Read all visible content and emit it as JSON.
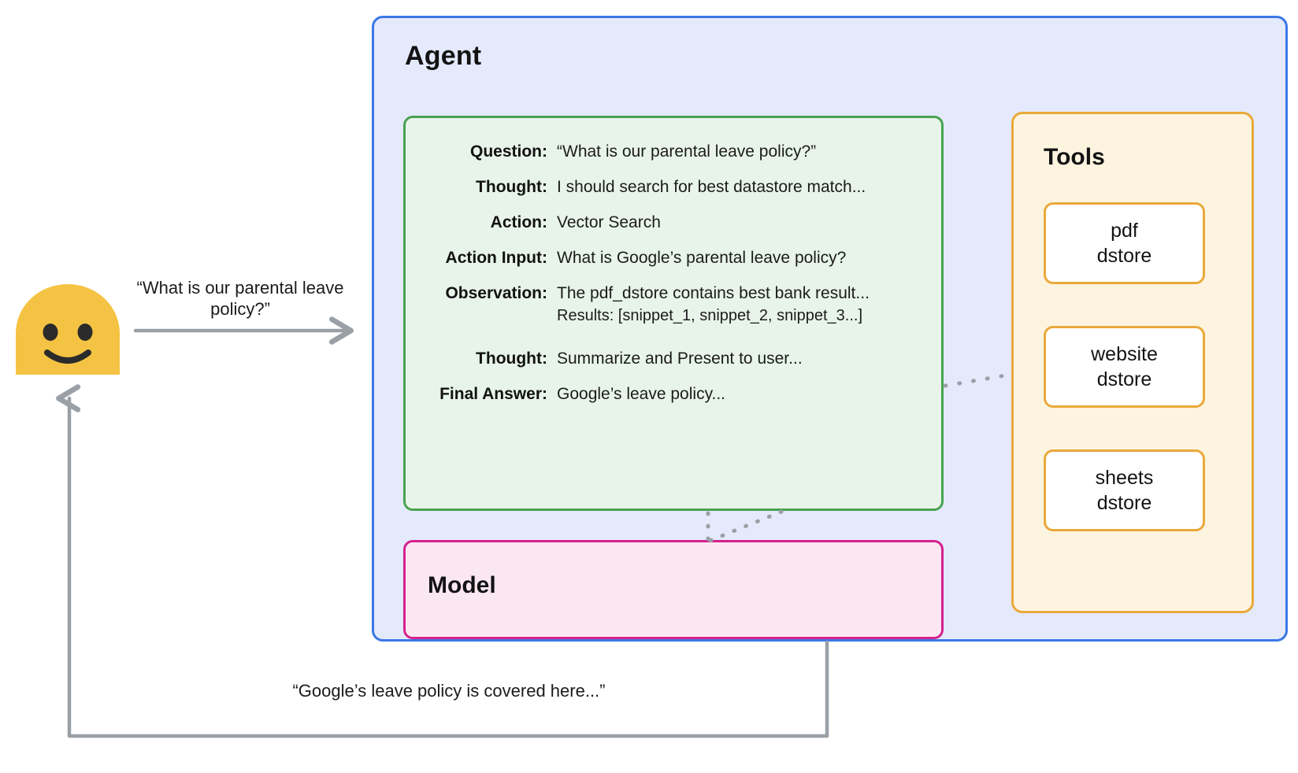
{
  "user": {
    "avatar_icon": "user-face-icon",
    "question_label": "“What is our parental leave policy?”",
    "answer_label": "“Google’s leave policy is covered here...”"
  },
  "agent": {
    "title": "Agent",
    "trace": {
      "rows": [
        {
          "label": "Question:",
          "value": "“What is our parental leave policy?”"
        },
        {
          "label": "Thought:",
          "value": "I should search for best datastore match..."
        },
        {
          "label": "Action:",
          "value": "Vector Search"
        },
        {
          "label": "Action Input:",
          "value": "What is Google’s parental leave policy?"
        },
        {
          "label": "Observation:",
          "value": "The pdf_dstore contains best bank result...",
          "value2": "Results: [snippet_1, snippet_2, snippet_3...]"
        },
        {
          "label": "Thought:",
          "value": "Summarize and Present to user..."
        },
        {
          "label": "Final Answer:",
          "value": "Google’s leave policy..."
        }
      ]
    },
    "model": {
      "title": "Model"
    },
    "tools": {
      "title": "Tools",
      "items": [
        {
          "line1": "pdf",
          "line2": "dstore"
        },
        {
          "line1": "website",
          "line2": "dstore"
        },
        {
          "line1": "sheets",
          "line2": "dstore"
        }
      ]
    }
  },
  "colors": {
    "agent_border": "#3b78e7",
    "agent_fill": "#e4eafb",
    "trace_border": "#47a351",
    "trace_fill": "#e8f4e9",
    "model_border": "#d5218e",
    "model_fill": "#fbe7f2",
    "tools_border": "#e9a93a",
    "tools_fill": "#fdf4e0",
    "avatar": "#f5c343",
    "arrow": "#9aa0a6"
  }
}
